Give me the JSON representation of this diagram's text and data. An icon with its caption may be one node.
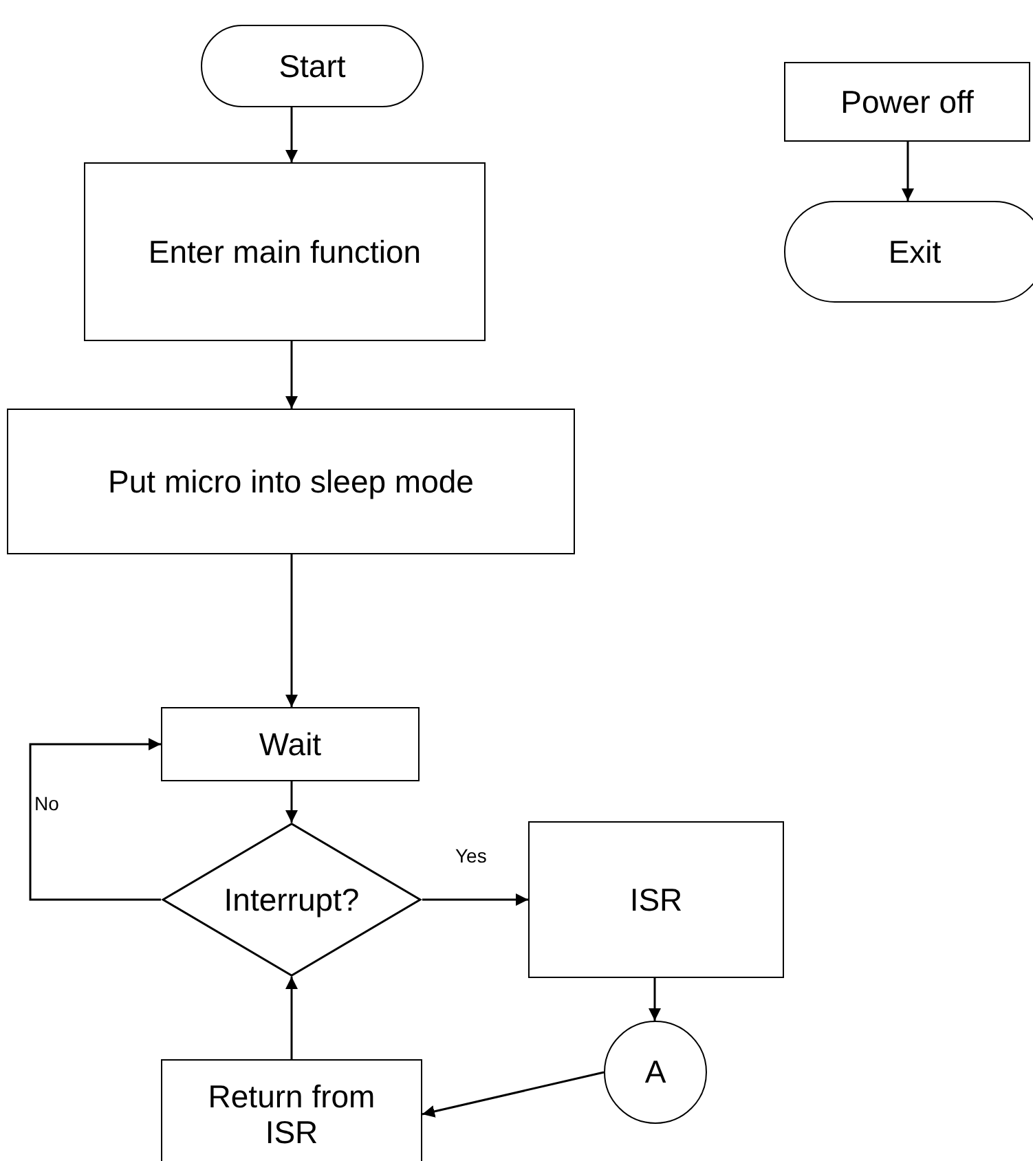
{
  "diagram": {
    "nodes": [
      {
        "text": [
          "Start"
        ]
      },
      {
        "text": [
          "Enter main function"
        ]
      },
      {
        "text": [
          "Put micro into sleep mode"
        ]
      },
      {
        "text": [
          "Wait"
        ]
      },
      {
        "text": [
          "Interrupt?"
        ]
      },
      {
        "text": [
          "ISR"
        ]
      },
      {
        "text": [
          "A"
        ]
      },
      {
        "text": [
          "Return from ISR"
        ]
      },
      {
        "text": [
          "Power off"
        ]
      },
      {
        "text": [
          "Exit"
        ]
      }
    ],
    "edges": [
      {
        "from": 0,
        "to": 1,
        "arrow": "to"
      },
      {
        "from": 1,
        "to": 2,
        "arrow": "to"
      },
      {
        "from": 2,
        "to": 3,
        "arrow": "to"
      },
      {
        "from": 3,
        "to": 4,
        "arrow": "to"
      },
      {
        "from": 4,
        "to": 5,
        "arrow": "to",
        "label": "Yes"
      },
      {
        "from": 4,
        "to": 3,
        "arrow": "to",
        "label": "No"
      },
      {
        "from": 5,
        "to": 6,
        "arrow": "to"
      },
      {
        "from": 6,
        "to": 7,
        "arrow": "to"
      },
      {
        "from": 7,
        "to": 4,
        "arrow": "to"
      },
      {
        "from": 8,
        "to": 9,
        "arrow": "to"
      }
    ]
  }
}
